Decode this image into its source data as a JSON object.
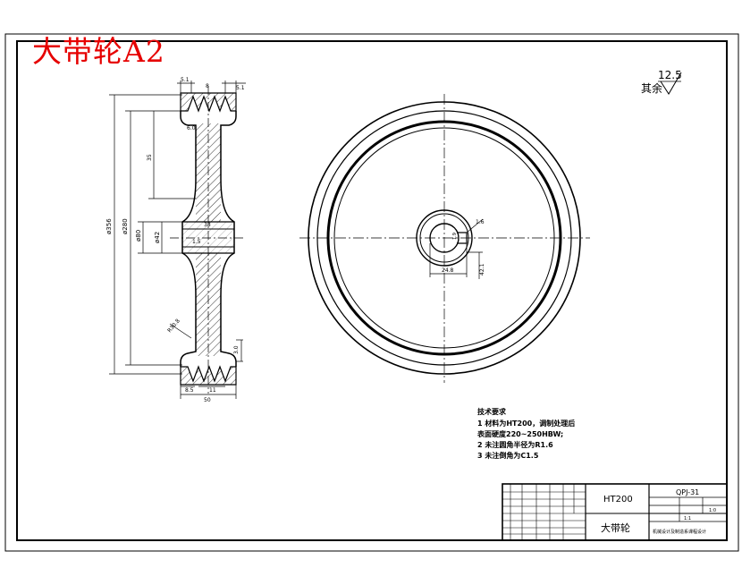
{
  "drawing": {
    "title": "大带轮A2",
    "surface_roughness": {
      "prefix": "其余",
      "value": "12.5"
    }
  },
  "section_view": {
    "dims": {
      "top_left": "5.1",
      "top_mid": "8",
      "top_right": "5.1",
      "rim_offset": "6.0",
      "groove_depth": "35",
      "hub_len": "38",
      "bore": "ø42",
      "chamfer": "1.5",
      "outer_dia": "ø356",
      "inner_dia": "ø280",
      "hub_dia": "ø80",
      "fillet": "R30.8",
      "rim_edge": "3.0",
      "groove_pitch": "11",
      "edge_left": "8.5",
      "width": "50"
    }
  },
  "front_view": {
    "dims": {
      "keyway_width": "24.8",
      "keyway_height": "42.1",
      "keyway_chamfer": "1.6",
      "bore_mark": "1.9"
    }
  },
  "tech_requirements": {
    "heading": "技术要求",
    "items": [
      "1  材料为HT200，调制处理后",
      "   表面硬度220~250HBW;",
      "2  未注圆角半径为R1.6",
      "3  未注倒角为C1.5"
    ]
  },
  "title_block": {
    "material": "HT200",
    "part_name": "大带轮",
    "drawing_no": "QPJ-31",
    "scale": "1:1",
    "qty": "1:0",
    "school": "机械设计及制造系课程设计"
  },
  "colors": {
    "title": "#e60000",
    "ink": "#000000",
    "center_line": "#000000"
  }
}
